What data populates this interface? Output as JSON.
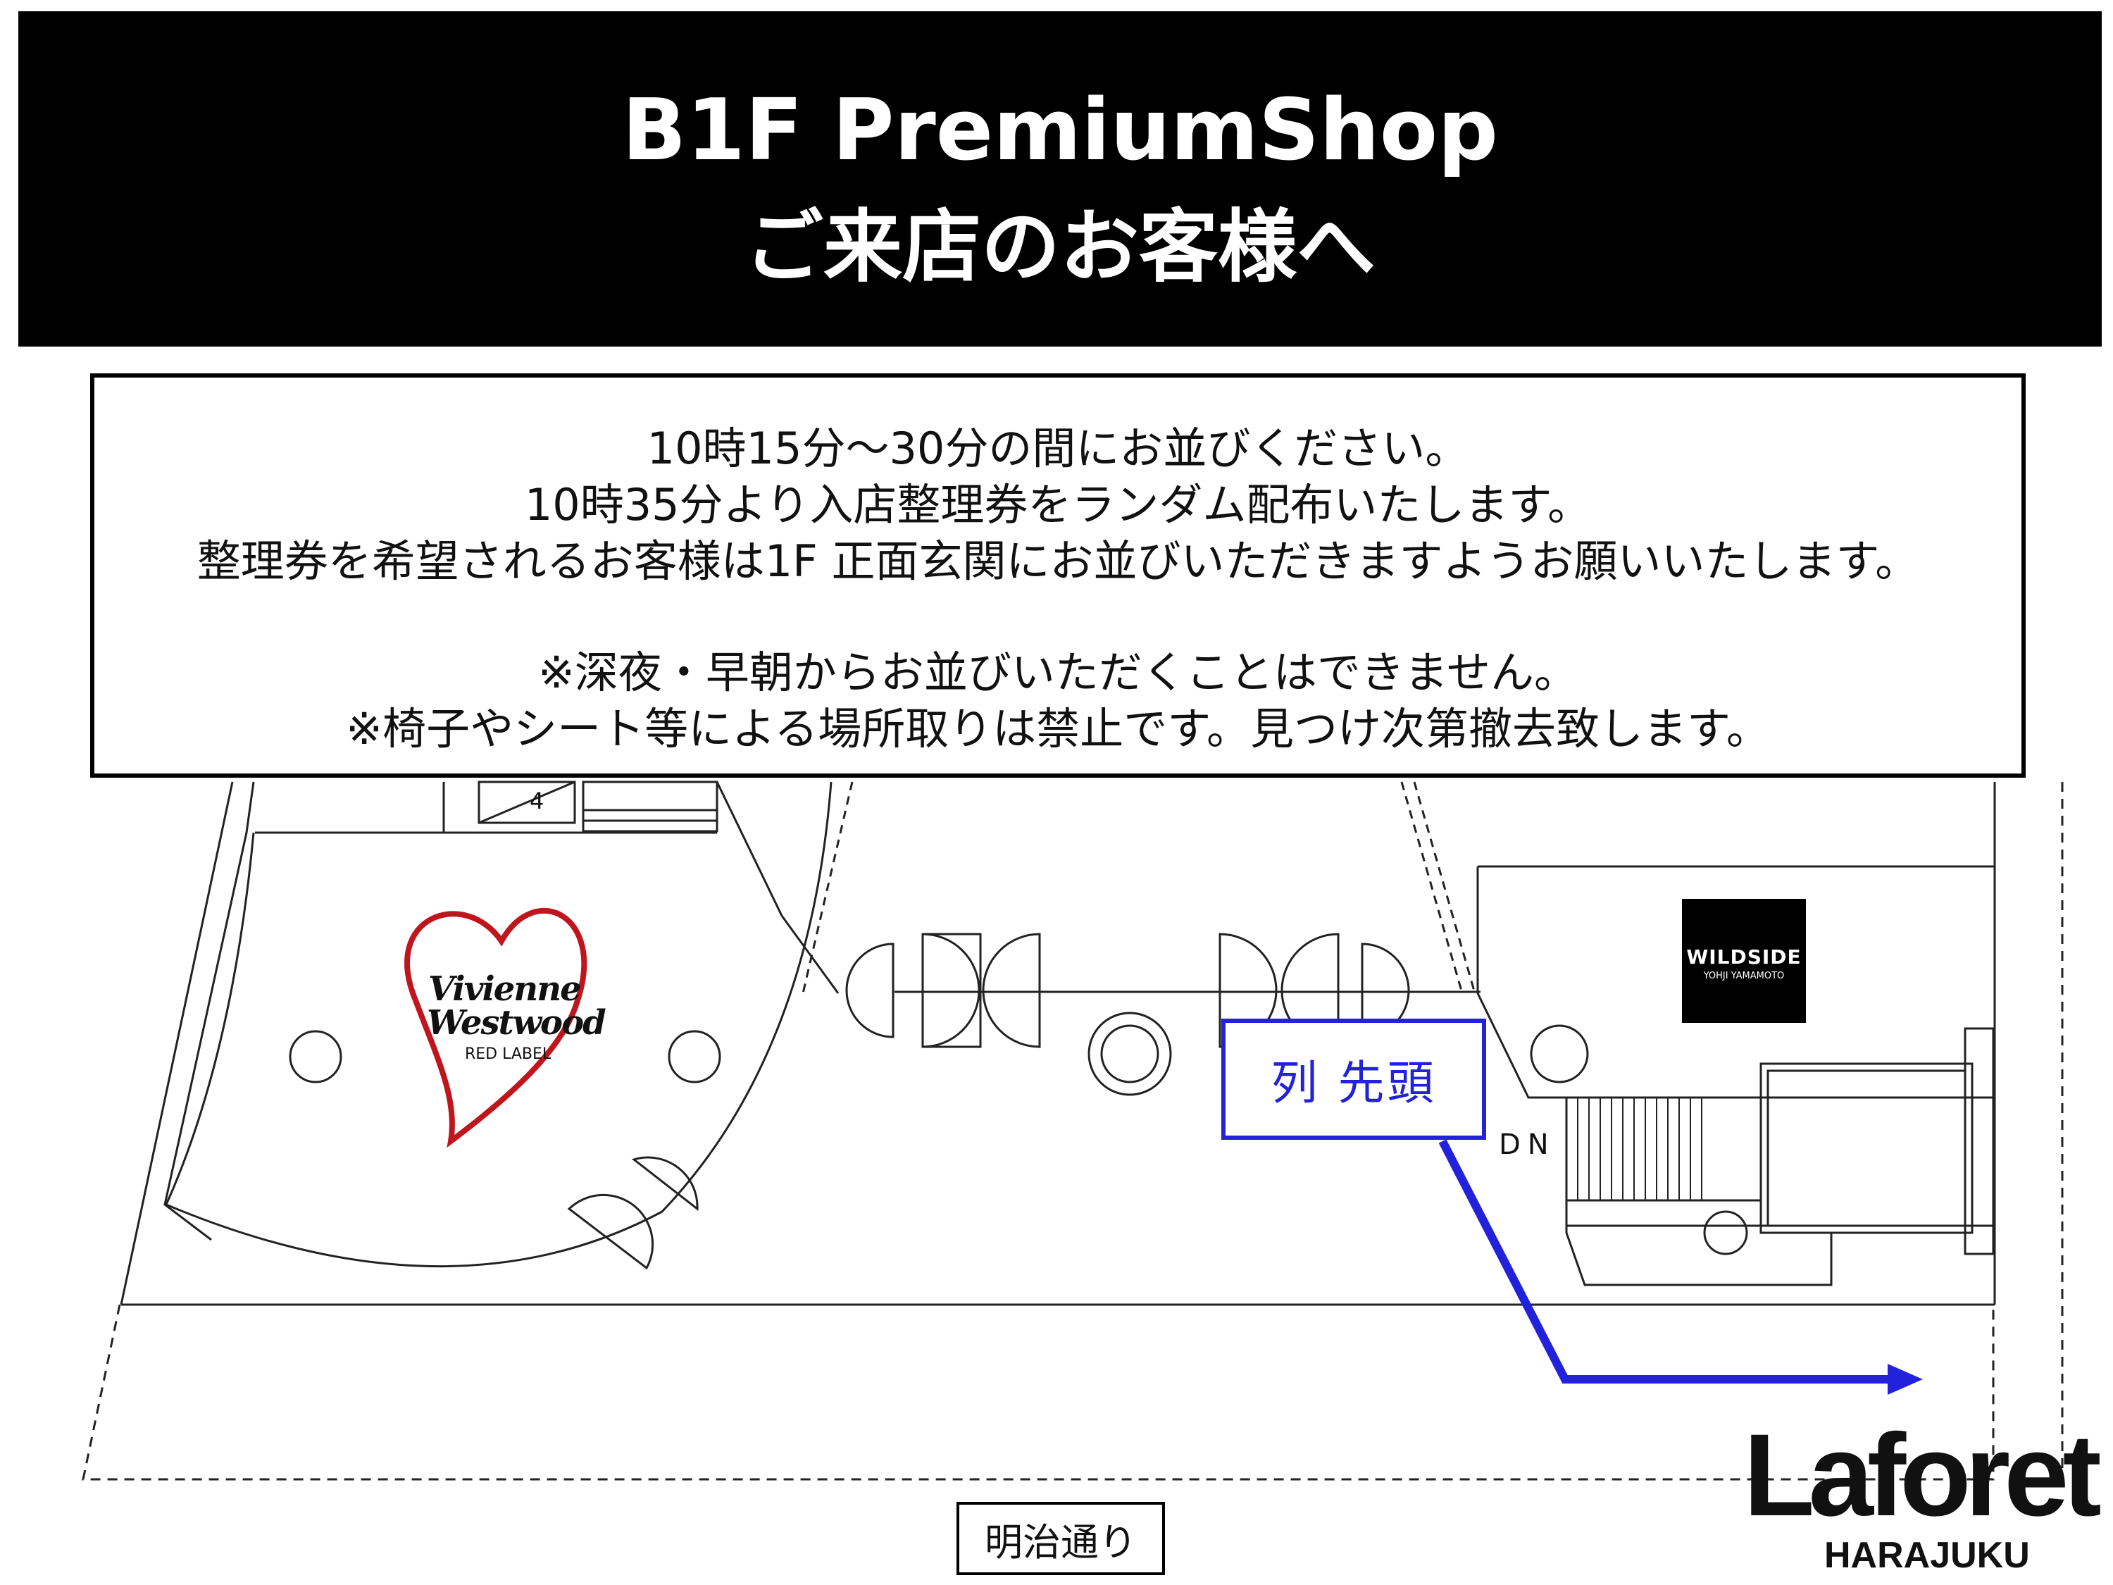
{
  "header": {
    "title_en": "B1F PremiumShop",
    "title_jp": "ご来店のお客様へ"
  },
  "notice": {
    "lines": [
      "10時15分～30分の間にお並びください。",
      "10時35分より入店整理券をランダム配布いたします。",
      "整理券を希望されるお客様は1F 正面玄関にお並びいただきますようお願いいたします。",
      "※深夜・早朝からお並びいただくことはできません。",
      "※椅子やシート等による場所取りは禁止です。見つけ次第撤去致します。"
    ]
  },
  "map": {
    "queue_label": "列 先頭",
    "street_label": "明治通り",
    "stairs_label": "DN",
    "elevator_number": "4",
    "queue_color": "#2222dd",
    "logos": {
      "laforet": "Laforet",
      "laforet_sub": "HARAJUKU",
      "wildside": "WILDSIDE",
      "wildside_sub": "YOHJI YAMAMOTO",
      "vivienne_line1": "Vivienne",
      "vivienne_line2": "Westwood",
      "vivienne_line3": "RED LABEL",
      "heart_color": "#c0151d"
    }
  }
}
